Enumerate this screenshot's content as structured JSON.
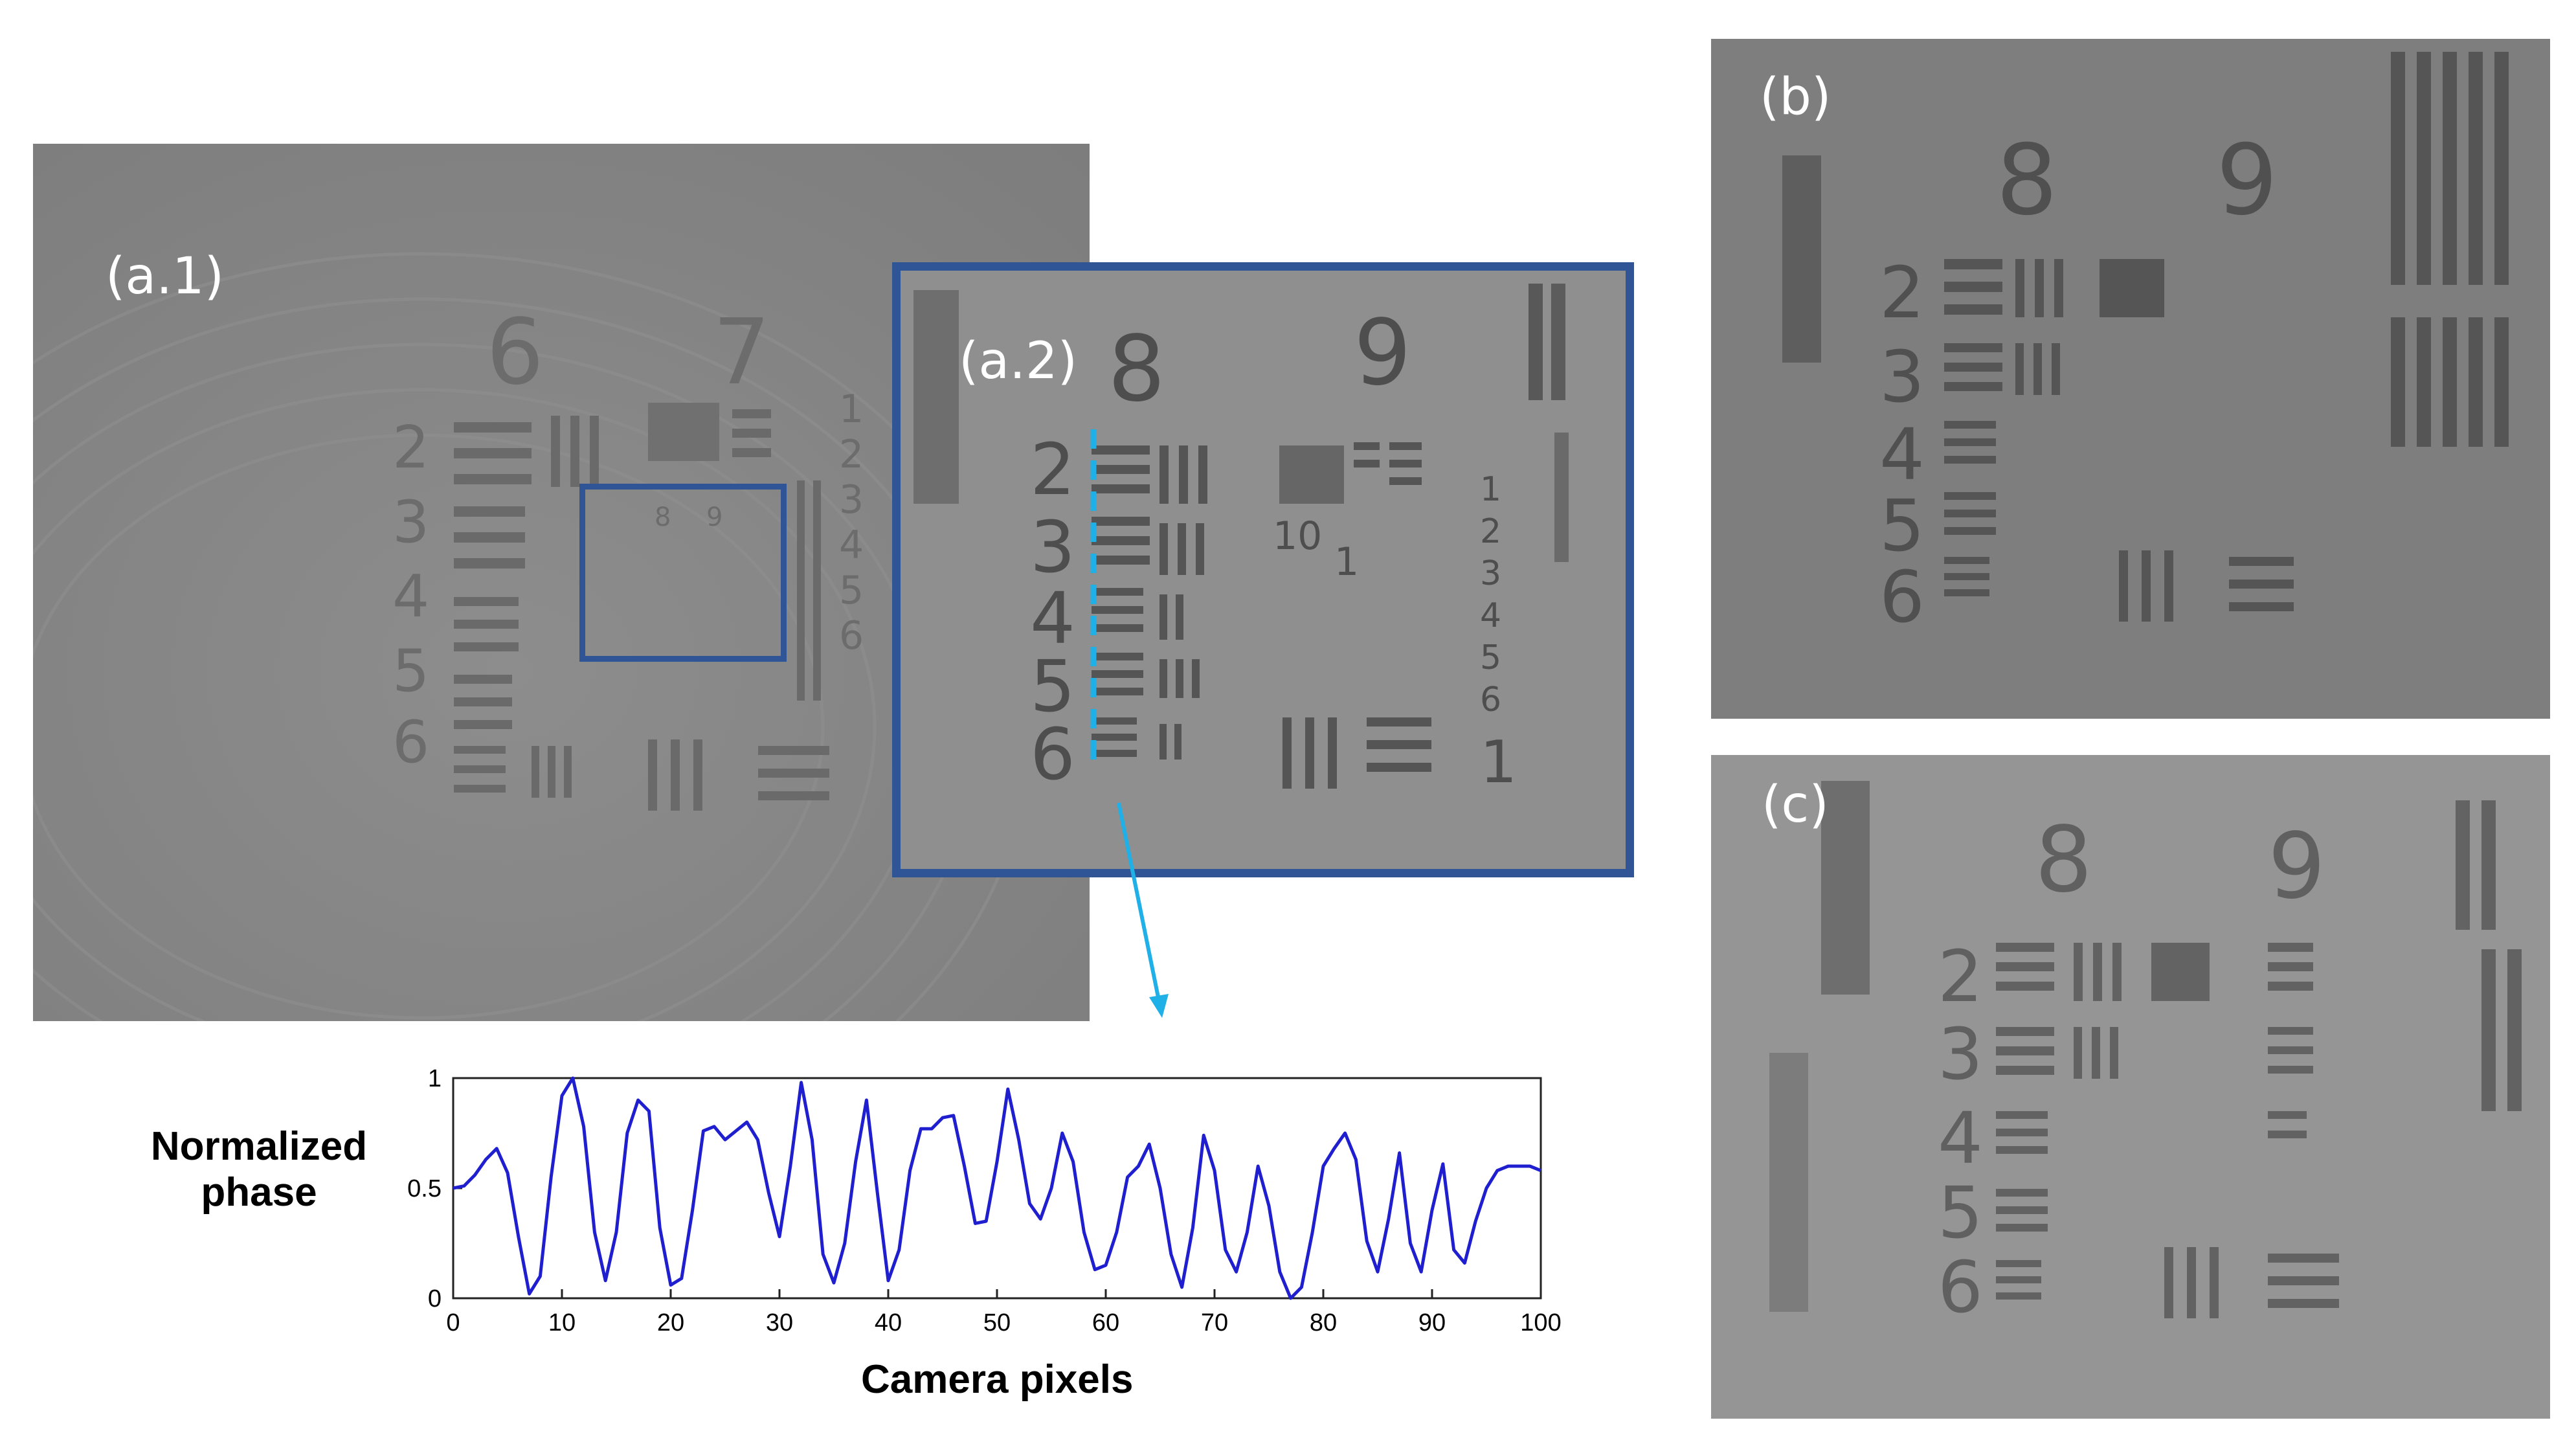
{
  "panels": {
    "a1": {
      "label": "(a.1)",
      "group_numbers": [
        "6",
        "7"
      ],
      "element_numbers": [
        "2",
        "3",
        "4",
        "5",
        "6"
      ],
      "right_numbers": [
        "1",
        "2",
        "3",
        "4",
        "5",
        "6"
      ],
      "inner_numbers": [
        "8",
        "9"
      ]
    },
    "a2": {
      "label": "(a.2)",
      "group_numbers": [
        "8",
        "9"
      ],
      "element_numbers": [
        "2",
        "3",
        "4",
        "5",
        "6"
      ],
      "mid_numbers": [
        "10",
        "1"
      ],
      "right_numbers": [
        "1",
        "2",
        "3",
        "4",
        "5",
        "6",
        "1"
      ]
    },
    "b": {
      "label": "(b)",
      "group_numbers": [
        "8",
        "9"
      ],
      "element_numbers": [
        "2",
        "3",
        "4",
        "5",
        "6"
      ]
    },
    "c": {
      "label": "(c)",
      "group_numbers": [
        "8",
        "9"
      ],
      "element_numbers": [
        "2",
        "3",
        "4",
        "5",
        "6"
      ]
    }
  },
  "colors": {
    "box": "#2f5597",
    "dashed_line": "#1fb0e8",
    "series": "#1f1fd0"
  },
  "chart_data": {
    "type": "line",
    "ylabel_lines": [
      "Normalized",
      "phase"
    ],
    "xlabel": "Camera pixels",
    "xlim": [
      0,
      100
    ],
    "ylim": [
      0,
      1
    ],
    "xticks": [
      0,
      10,
      20,
      30,
      40,
      50,
      60,
      70,
      80,
      90,
      100
    ],
    "yticks": [
      0,
      0.5,
      1
    ],
    "ytick_labels": [
      "0",
      "0.5",
      "1"
    ],
    "grid": false,
    "x": [
      0,
      1,
      2,
      3,
      4,
      5,
      6,
      7,
      8,
      9,
      10,
      11,
      12,
      13,
      14,
      15,
      16,
      17,
      18,
      19,
      20,
      21,
      22,
      23,
      24,
      25,
      26,
      27,
      28,
      29,
      30,
      31,
      32,
      33,
      34,
      35,
      36,
      37,
      38,
      39,
      40,
      41,
      42,
      43,
      44,
      45,
      46,
      47,
      48,
      49,
      50,
      51,
      52,
      53,
      54,
      55,
      56,
      57,
      58,
      59,
      60,
      61,
      62,
      63,
      64,
      65,
      66,
      67,
      68,
      69,
      70,
      71,
      72,
      73,
      74,
      75,
      76,
      77,
      78,
      79,
      80,
      81,
      82,
      83,
      84,
      85,
      86,
      87,
      88,
      89,
      90,
      91,
      92,
      93,
      94,
      95,
      96,
      97,
      98,
      99,
      100
    ],
    "y": [
      0.5,
      0.51,
      0.56,
      0.63,
      0.68,
      0.57,
      0.28,
      0.02,
      0.1,
      0.55,
      0.92,
      1.0,
      0.78,
      0.3,
      0.08,
      0.3,
      0.75,
      0.9,
      0.85,
      0.32,
      0.06,
      0.09,
      0.4,
      0.76,
      0.78,
      0.72,
      0.76,
      0.8,
      0.72,
      0.48,
      0.28,
      0.6,
      0.98,
      0.72,
      0.2,
      0.07,
      0.25,
      0.62,
      0.9,
      0.48,
      0.08,
      0.22,
      0.58,
      0.77,
      0.77,
      0.82,
      0.83,
      0.6,
      0.34,
      0.35,
      0.62,
      0.95,
      0.72,
      0.43,
      0.36,
      0.5,
      0.75,
      0.62,
      0.3,
      0.13,
      0.15,
      0.3,
      0.55,
      0.6,
      0.7,
      0.5,
      0.2,
      0.05,
      0.32,
      0.74,
      0.58,
      0.22,
      0.12,
      0.3,
      0.6,
      0.42,
      0.12,
      0.0,
      0.05,
      0.3,
      0.6,
      0.68,
      0.75,
      0.63,
      0.26,
      0.12,
      0.36,
      0.66,
      0.25,
      0.12,
      0.4,
      0.61,
      0.22,
      0.16,
      0.35,
      0.5,
      0.58,
      0.6,
      0.6,
      0.6,
      0.58
    ]
  }
}
